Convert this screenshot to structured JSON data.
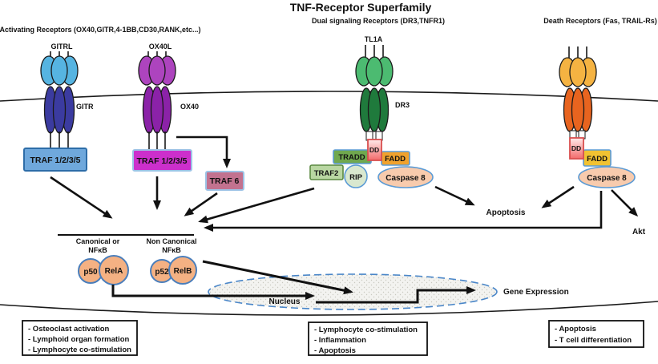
{
  "title": "TNF-Receptor Superfamily",
  "sections": {
    "activating": "Activating  Receptors (OX40,GITR,4-1BB,CD30,RANK,etc...)",
    "dual": "Dual signaling Receptors (DR3,TNFR1)",
    "death": "Death Receptors (Fas, TRAIL-Rs)"
  },
  "ligands": {
    "gitrl": "GITRL",
    "ox40l": "OX40L",
    "tl1a": "TL1A"
  },
  "receptors": {
    "gitr": "GITR",
    "ox40": "OX40",
    "dr3": "DR3"
  },
  "adapters": {
    "traf_gitr": "TRAF 1/2/3/5",
    "traf_ox40": "TRAF 1/2/3/5",
    "traf6": "TRAF 6",
    "tradd": "TRADD",
    "traf2": "TRAF2",
    "rip": "RIP",
    "dd_dr3": "DD",
    "fadd_dr3": "FADD",
    "caspase8_dr3": "Caspase 8",
    "dd_death": "DD",
    "fadd_death": "FADD",
    "caspase8_death": "Caspase 8"
  },
  "nfkb": {
    "canonical_line1": "Canonical  or",
    "canonical_line2": "NFκB",
    "noncanonical_line1": "Non Canonical",
    "noncanonical_line2": "NFκB",
    "p50": "p50",
    "rela": "RelA",
    "p52": "p52",
    "relb": "RelB"
  },
  "outcomes": {
    "apoptosis": "Apoptosis",
    "akt": "Akt",
    "nucleus": "Nucleus",
    "gene_expression": "Gene Expression"
  },
  "result_boxes": {
    "activating": [
      "- Osteoclast activation",
      "- Lymphoid organ formation",
      "- Lymphocyte co-stimulation"
    ],
    "dual": [
      "- Lymphocyte co-stimulation",
      "- Inflammation",
      "- Apoptosis"
    ],
    "death": [
      "- Apoptosis",
      "- T cell differentiation"
    ]
  },
  "colors": {
    "membrane": "#1a1a1a",
    "gitrl_ligand": "#56b4e1",
    "gitr_receptor": "#3b3ba0",
    "ox40l_ligand": "#ad44be",
    "ox40_receptor": "#8b22a8",
    "tl1a_ligand": "#4cbb71",
    "dr3_receptor": "#1f7a3c",
    "death_ligand": "#f5b342",
    "death_receptor": "#e8641f",
    "traf_gitr_fill": "#6fa8dc",
    "traf_ox40_fill": "#cc2fcc",
    "traf6_fill": "#c2728f",
    "tradd_fill": "#70a84f",
    "fadd_dr3_fill": "#f0a22e",
    "traf2_fill": "#b9d7a2",
    "rip_fill": "#d9e8cf",
    "caspase_fill": "#f8cbad",
    "fadd_death_fill": "#f1c232",
    "nfkb_fill": "#f4b183",
    "nucleus_border": "#4a86c8",
    "blue_border": "#5b9bd5",
    "nfkb_border": "#4a7ebb",
    "dd_border": "#d94f4f"
  }
}
